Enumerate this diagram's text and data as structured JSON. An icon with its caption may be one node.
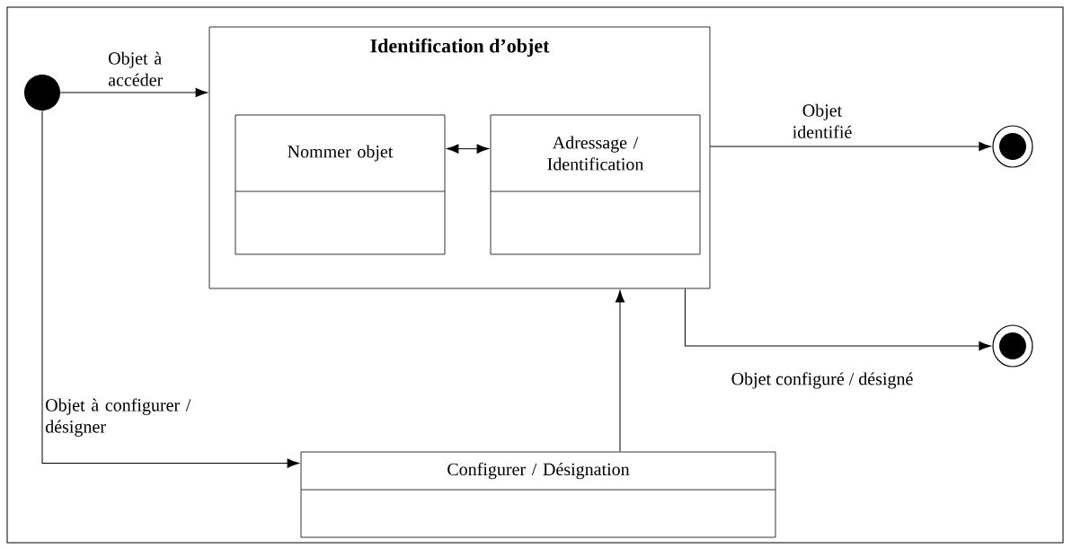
{
  "diagram": {
    "nodes": [
      {
        "text": [],
        "shape": "circle"
      },
      {
        "text": [
          "Identification d’objet"
        ]
      },
      {
        "text": [
          "Nommer objet"
        ],
        "in": 1
      },
      {
        "text": [
          "Adressage / Identification"
        ],
        "in": 1
      },
      {
        "text": [],
        "shape": "circle"
      },
      {
        "text": [],
        "shape": "circle"
      },
      {
        "text": [
          "Configurer / Désignation"
        ]
      }
    ],
    "edges": [
      {
        "from": 0,
        "to": 1,
        "arrow": "to",
        "label": "Objet à accéder"
      },
      {
        "from": 2,
        "to": 3,
        "arrow": "both"
      },
      {
        "from": 1,
        "to": 4,
        "arrow": "to",
        "label": "Objet identifié"
      },
      {
        "from": 1,
        "to": 5,
        "arrow": "to",
        "label": "Objet configuré / désigné"
      },
      {
        "from": 0,
        "to": 6,
        "arrow": "to",
        "label": "Objet à configurer / désigner"
      },
      {
        "from": 6,
        "to": 1,
        "arrow": "to"
      }
    ]
  }
}
